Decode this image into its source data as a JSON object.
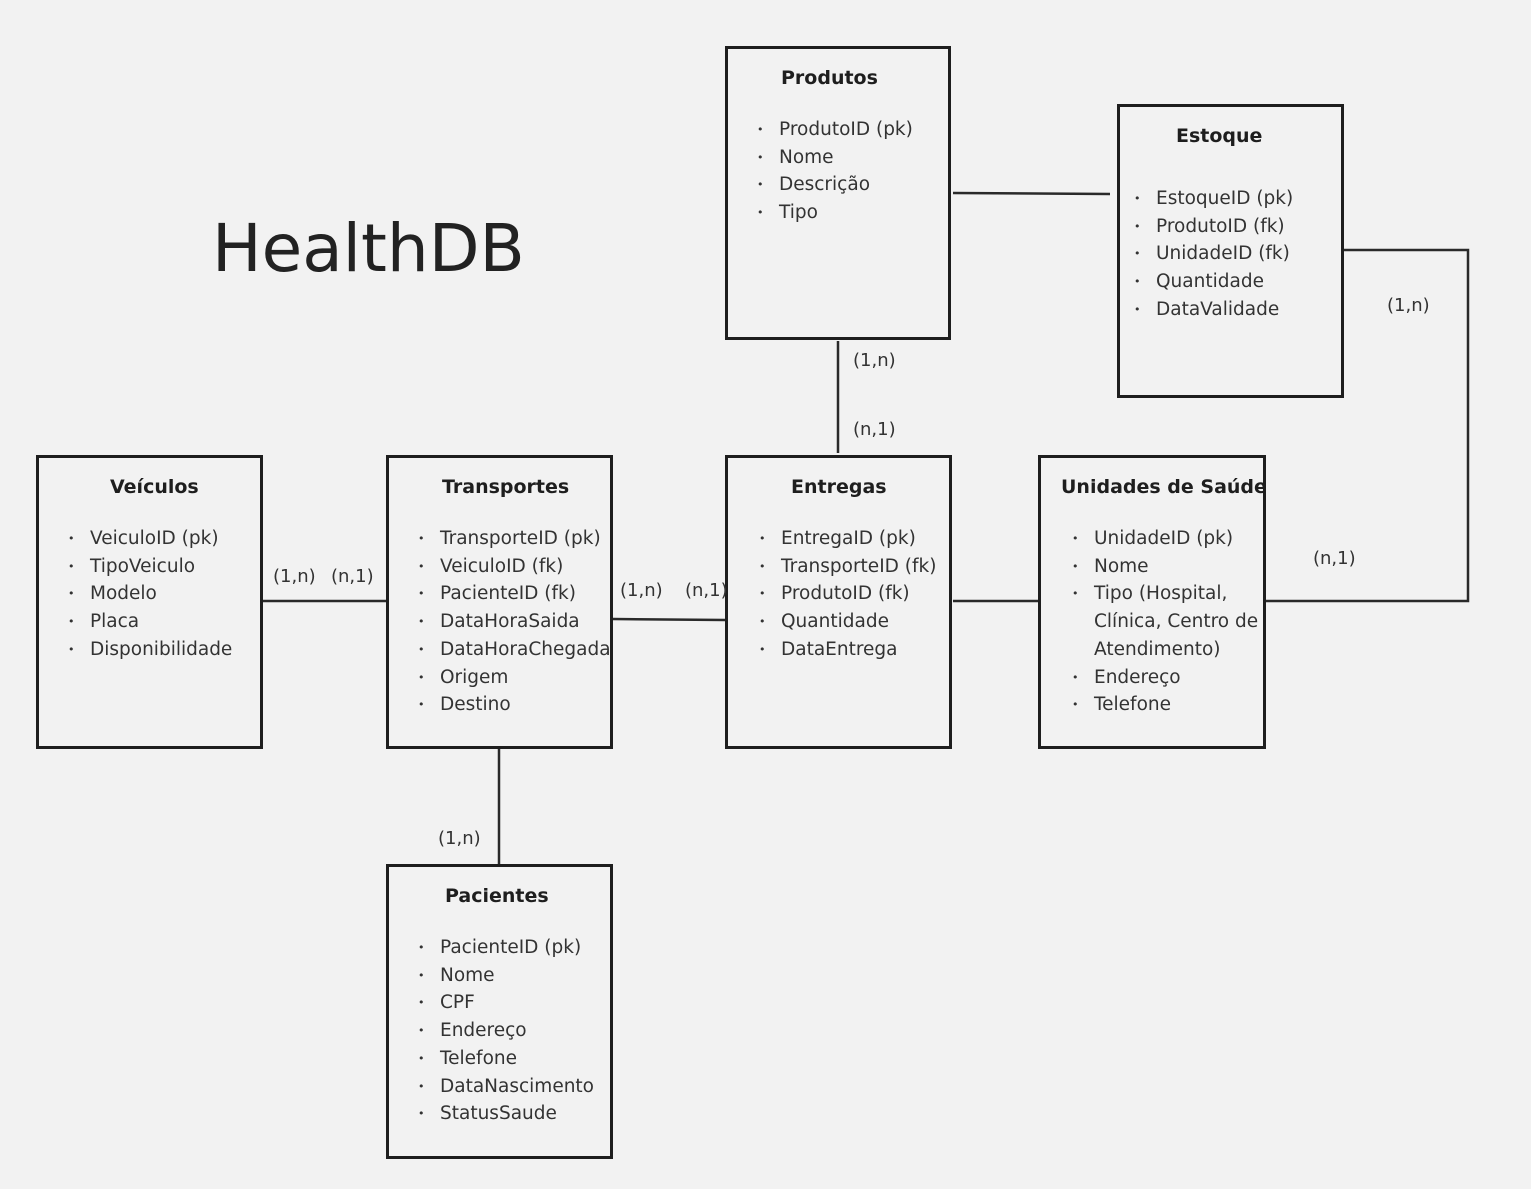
{
  "title": "HealthDB",
  "entities": {
    "produtos": {
      "name": "Produtos",
      "attributes": [
        "ProdutoID (pk)",
        "Nome",
        "Descrição",
        "Tipo"
      ]
    },
    "estoque": {
      "name": "Estoque",
      "attributes": [
        "EstoqueID (pk)",
        "ProdutoID (fk)",
        "UnidadeID (fk)",
        "Quantidade",
        "DataValidade"
      ]
    },
    "veiculos": {
      "name": "Veículos",
      "attributes": [
        "VeiculoID (pk)",
        "TipoVeiculo",
        "Modelo",
        "Placa",
        "Disponibilidade"
      ]
    },
    "transportes": {
      "name": "Transportes",
      "attributes": [
        "TransporteID (pk)",
        "VeiculoID (fk)",
        "PacienteID (fk)",
        "DataHoraSaida",
        "DataHoraChegada",
        "Origem",
        "Destino"
      ]
    },
    "entregas": {
      "name": "Entregas",
      "attributes": [
        "EntregaID (pk)",
        "TransporteID (fk)",
        "ProdutoID (fk)",
        "Quantidade",
        "DataEntrega"
      ]
    },
    "unidades": {
      "name": "Unidades de Saúde",
      "attributes": [
        "UnidadeID (pk)",
        "Nome",
        "Tipo (Hospital, Clínica, Centro de Atendimento)",
        "Endereço",
        "Telefone"
      ]
    },
    "pacientes": {
      "name": "Pacientes",
      "attributes": [
        "PacienteID (pk)",
        "Nome",
        "CPF",
        "Endereço",
        "Telefone",
        "DataNascimento",
        "StatusSaude"
      ]
    }
  },
  "cardinalities": {
    "veiculos_transportes_left": "(1,n)",
    "veiculos_transportes_right": "(n,1)",
    "transportes_entregas_left": "(1,n)",
    "transportes_entregas_right": "(n,1)",
    "produtos_entregas_top": "(1,n)",
    "produtos_entregas_bottom": "(n,1)",
    "estoque_unidades_top": "(1,n)",
    "estoque_unidades_bottom": "(n,1)",
    "transportes_pacientes": "(1,n)"
  }
}
